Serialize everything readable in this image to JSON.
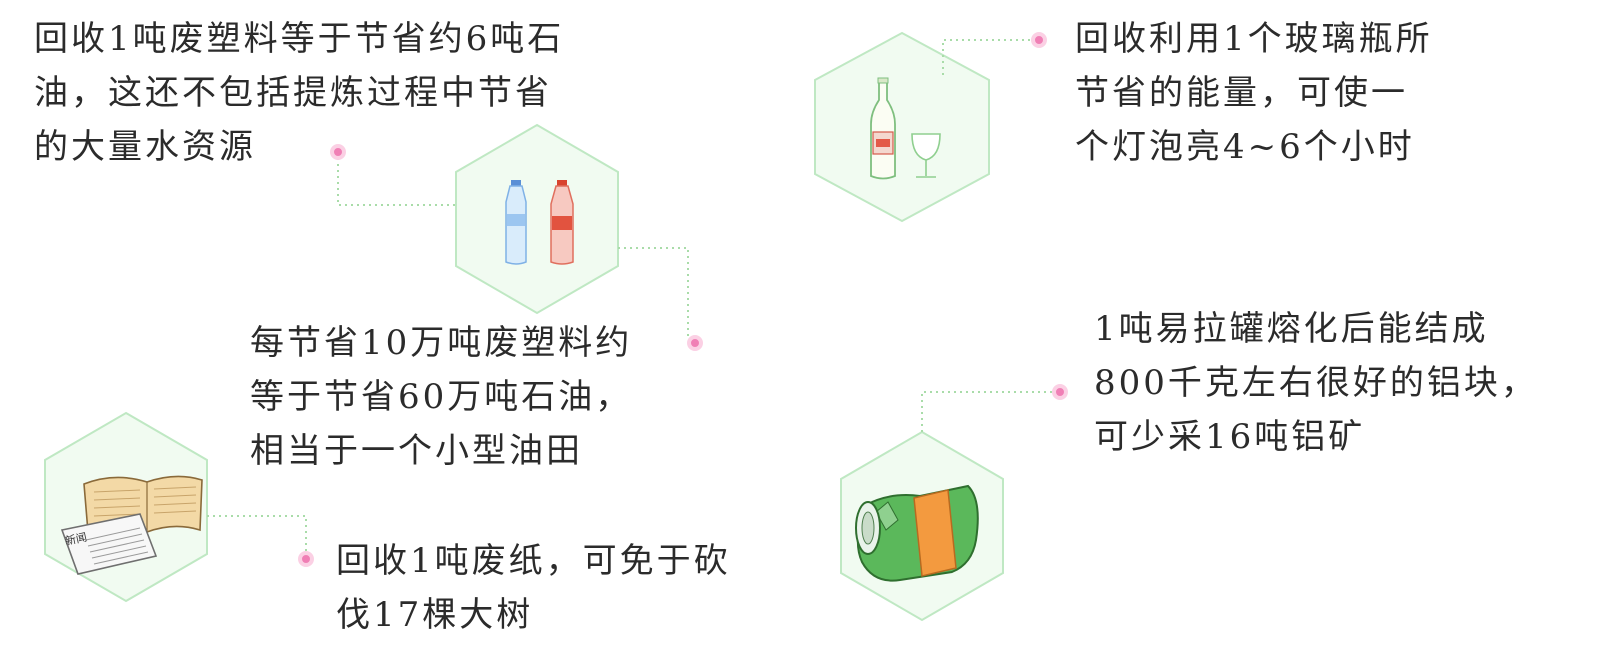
{
  "colors": {
    "hex_fill": "#f1fbf1",
    "hex_stroke": "#bfe8c3",
    "connector": "#a9dca9",
    "dot": "#f07fb5",
    "text": "#2b2b2b"
  },
  "facts": [
    {
      "id": "plastic",
      "icon": "plastic-bottles-icon",
      "lines": [
        "回收1吨废塑料等于节省约6吨石",
        "油，这还不包括提炼过程中节省",
        "的大量水资源"
      ]
    },
    {
      "id": "plastic-oilfield",
      "icon": "plastic-bottles-icon",
      "lines": [
        "每节省10万吨废塑料约",
        "等于节省60万吨石油，",
        "相当于一个小型油田"
      ]
    },
    {
      "id": "paper",
      "icon": "newspaper-book-icon",
      "newspaper_label": "新闻",
      "lines": [
        "回收1吨废纸，可免于砍",
        "伐17棵大树"
      ]
    },
    {
      "id": "glass",
      "icon": "glass-bottle-icon",
      "lines": [
        "回收利用1个玻璃瓶所",
        "节省的能量，可使一",
        "个灯泡亮4~6个小时"
      ]
    },
    {
      "id": "can",
      "icon": "crushed-can-icon",
      "lines": [
        "1吨易拉罐熔化后能结成",
        "800千克左右很好的铝块，",
        "可少采16吨铝矿"
      ]
    }
  ]
}
